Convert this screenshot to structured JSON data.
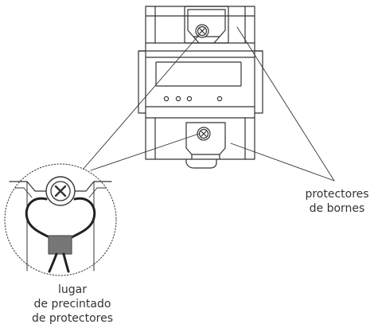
{
  "labels": {
    "terminal_covers": [
      "protectores",
      "de bornes"
    ],
    "seal_location": [
      "lugar",
      "de precintado",
      "de protectores"
    ]
  },
  "colors": {
    "line": "#333333",
    "fill": "#ffffff",
    "seal": "#777777"
  },
  "icons": {
    "seal_screw": "crossed-screw-head"
  }
}
